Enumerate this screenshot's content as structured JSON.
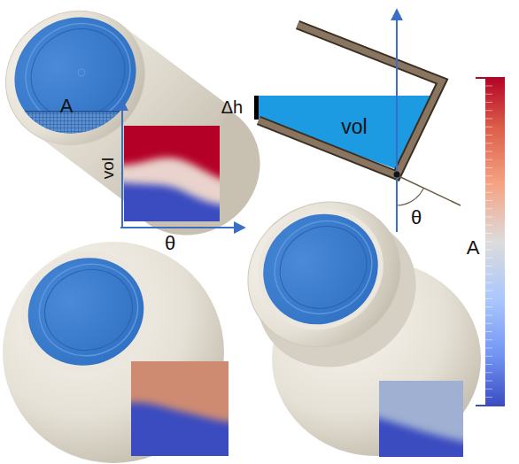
{
  "diagram": {
    "labels": [
      "A",
      "vol",
      "θ",
      "Δh",
      "vol",
      "θ",
      "A"
    ]
  }
}
